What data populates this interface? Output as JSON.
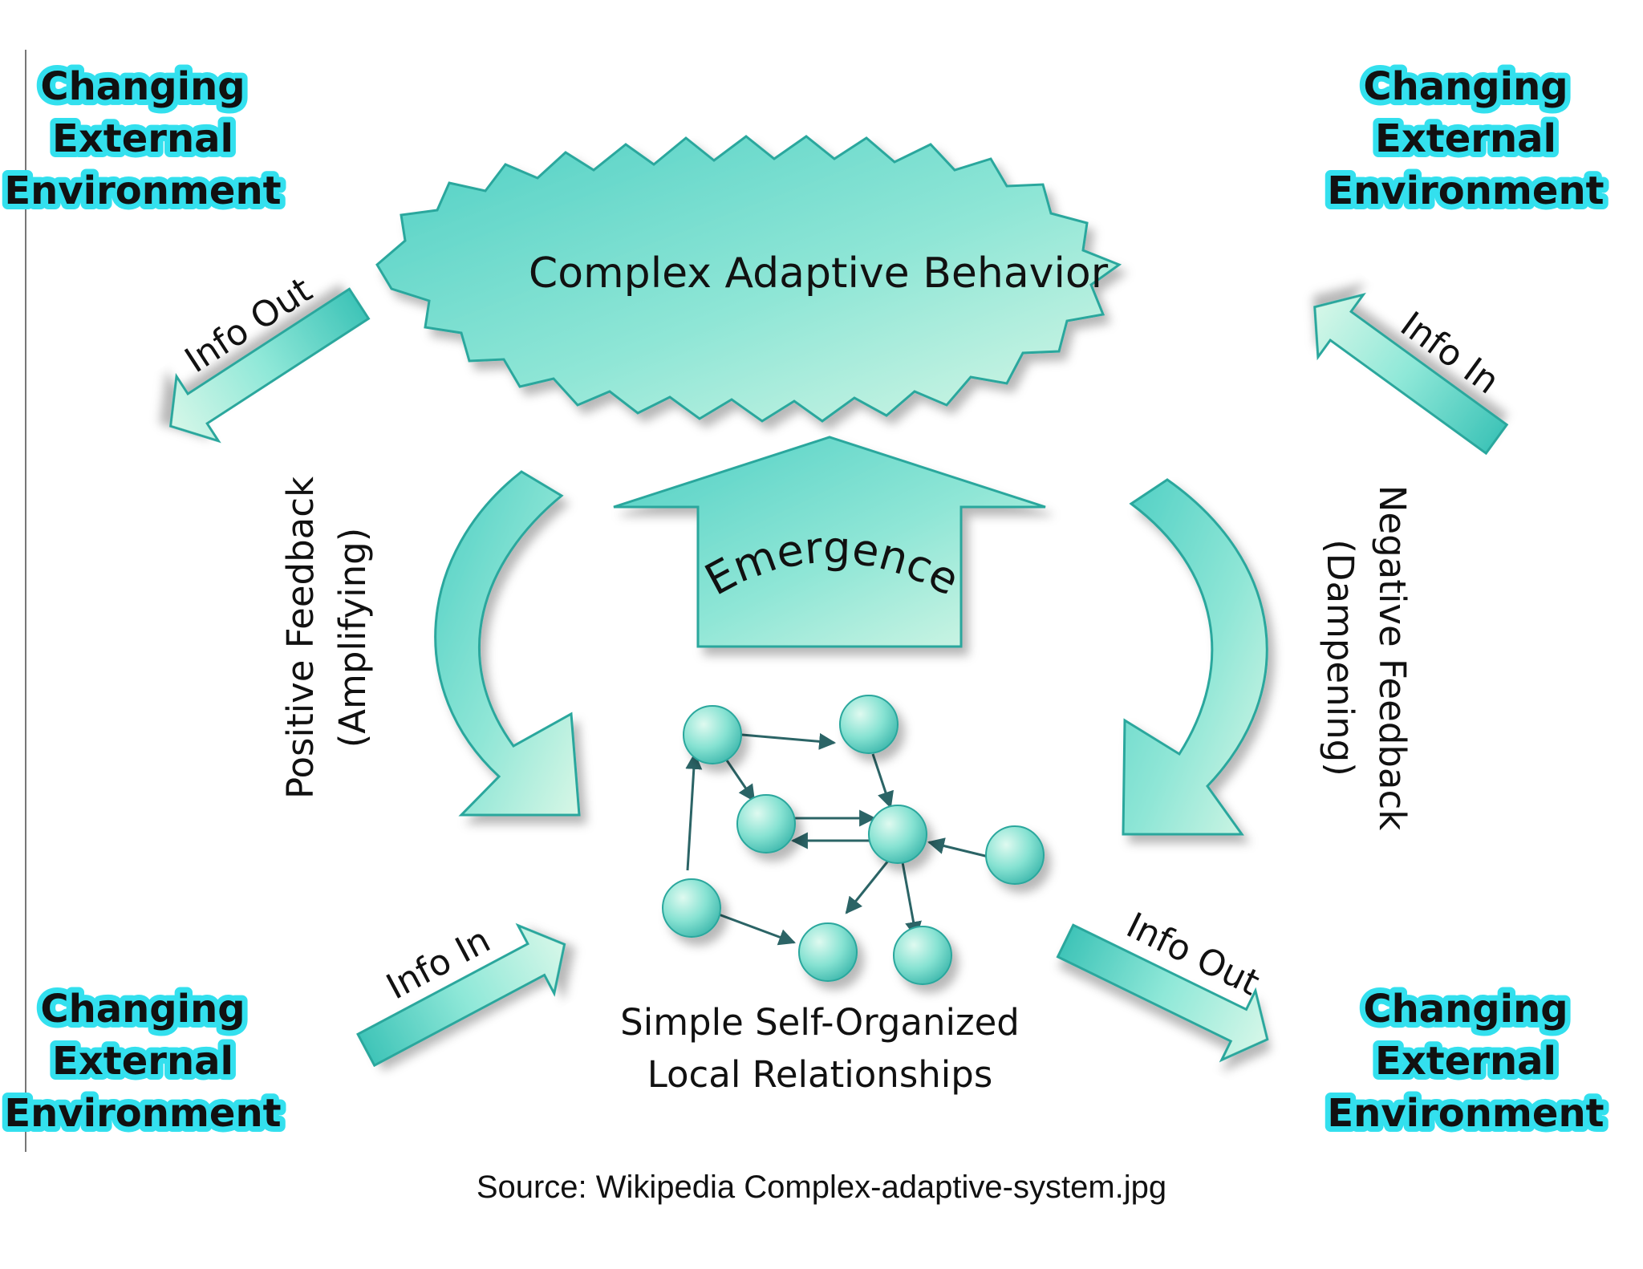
{
  "environment": {
    "line1": "Changing",
    "line2": "External",
    "line3": "Environment"
  },
  "top_behavior": "Complex Adaptive Behavior",
  "emergence": "Emergence",
  "bottom_text": {
    "line1": "Simple Self-Organized",
    "line2": "Local Relationships"
  },
  "positive_feedback": {
    "line1": "Positive Feedback",
    "line2": "(Amplifying)"
  },
  "negative_feedback": {
    "line1": "Negative Feedback",
    "line2": "(Dampening)"
  },
  "info_out": "Info Out",
  "info_in": "Info In",
  "caption": "Source: Wikipedia Complex-adaptive-system.jpg",
  "colors": {
    "teal_light": "#c8f5e8",
    "teal": "#5fd4c8",
    "teal_dark": "#2a9a92",
    "env_glow": "#33e0ee",
    "network_line": "#2b6466"
  }
}
